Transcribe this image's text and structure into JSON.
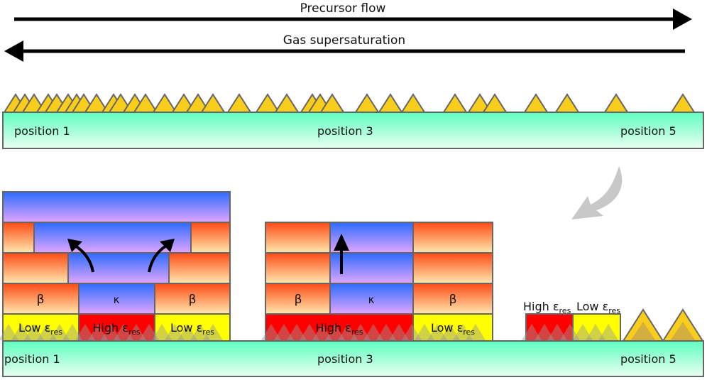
{
  "arrows": {
    "precursor_flow": "Precursor flow",
    "gas_supersaturation": "Gas supersaturation"
  },
  "top_substrate": {
    "labels": [
      "position 1",
      "position 3",
      "position 5"
    ],
    "nuclei_description": "dense nuclei near position 1, sparse near position 5"
  },
  "bottom_substrate": {
    "labels": [
      "position 1",
      "position 3",
      "position 5"
    ]
  },
  "layers": {
    "beta": "β",
    "kappa": "κ",
    "low_eps": "Low ε",
    "high_eps": "High ε",
    "eps_sub": "res"
  },
  "colors": {
    "substrate_top": "#5effc0",
    "substrate_bottom": "#eafff0",
    "nucleus": "#f9cd1b",
    "beta_top": "#ff4a14",
    "beta_bottom": "#ffe9b0",
    "kappa_top": "#2b6bff",
    "kappa_bottom": "#e2a6ff",
    "low_eps": "#ffff00",
    "high_eps": "#ff0000",
    "outline": "#666666",
    "curved_arrow": "#c8c8c8"
  }
}
